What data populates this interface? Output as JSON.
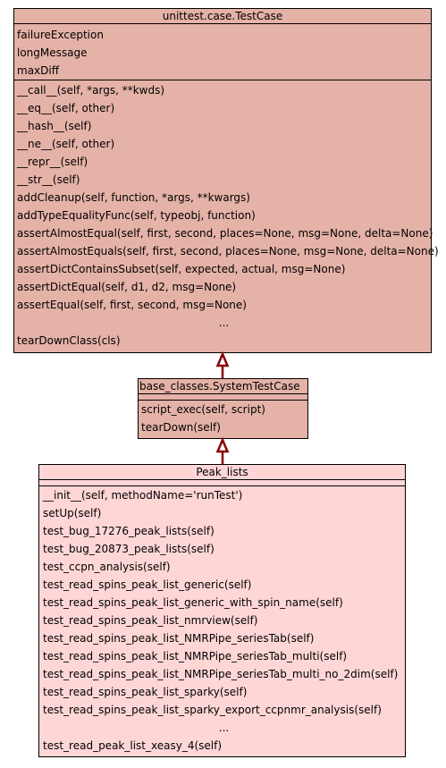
{
  "classes": {
    "testcase": {
      "name": "unittest.case.TestCase",
      "attributes": [
        "failureException",
        "longMessage",
        "maxDiff"
      ],
      "methods": [
        "__call__(self, *args, **kwds)",
        "__eq__(self, other)",
        "__hash__(self)",
        "__ne__(self, other)",
        "__repr__(self)",
        "__str__(self)",
        "addCleanup(self, function, *args, **kwargs)",
        "addTypeEqualityFunc(self, typeobj, function)",
        "assertAlmostEqual(self, first, second, places=None, msg=None, delta=None)",
        "assertAlmostEquals(self, first, second, places=None, msg=None, delta=None)",
        "assertDictContainsSubset(self, expected, actual, msg=None)",
        "assertDictEqual(self, d1, d2, msg=None)",
        "assertEqual(self, first, second, msg=None)"
      ],
      "ellipsis": "...",
      "last_method": "tearDownClass(cls)",
      "color": "#e5b2a7"
    },
    "system": {
      "name": "base_classes.SystemTestCase",
      "methods": [
        "script_exec(self, script)",
        "tearDown(self)"
      ],
      "color": "#e5b2a7"
    },
    "peak": {
      "name": "Peak_lists",
      "methods": [
        "__init__(self, methodName='runTest')",
        "setUp(self)",
        "test_bug_17276_peak_lists(self)",
        "test_bug_20873_peak_lists(self)",
        "test_ccpn_analysis(self)",
        "test_read_spins_peak_list_generic(self)",
        "test_read_spins_peak_list_generic_with_spin_name(self)",
        "test_read_spins_peak_list_nmrview(self)",
        "test_read_spins_peak_list_NMRPipe_seriesTab(self)",
        "test_read_spins_peak_list_NMRPipe_seriesTab_multi(self)",
        "test_read_spins_peak_list_NMRPipe_seriesTab_multi_no_2dim(self)",
        "test_read_spins_peak_list_sparky(self)",
        "test_read_spins_peak_list_sparky_export_ccpnmr_analysis(self)"
      ],
      "ellipsis": "...",
      "last_method": "test_read_peak_list_xeasy_4(self)",
      "color": "#ffd6d6"
    }
  },
  "arrow_color": "#8b0000"
}
